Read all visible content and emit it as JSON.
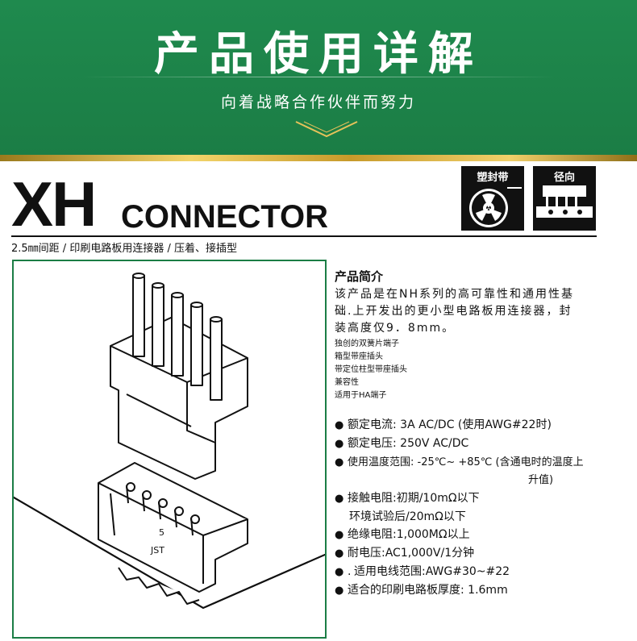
{
  "banner": {
    "title": "产品使用详解",
    "subtitle": "向着战略合作伙伴而努力"
  },
  "brand": {
    "model": "XH",
    "product": "CONNECTOR",
    "subtitle": "2.5㎜间距 / 印刷电路板用连接器 / 压着、接插型"
  },
  "icons": [
    {
      "label": "塑封带",
      "icon": "reel-icon"
    },
    {
      "label": "径向",
      "icon": "radial-taping-icon"
    }
  ],
  "drawing": {
    "housing_number": "5",
    "housing_brand": "JST"
  },
  "info": {
    "title": "产品简介",
    "intro_lines": [
      "该产品是在NH系列的高可靠性和通用性基",
      "础.上开发出的更小型电路板用连接器，封",
      "装高度仅9．8mm。"
    ],
    "features": [
      "独创的双簧片端子",
      "箱型带座插头",
      "带定位柱型带座插头",
      "兼容性",
      "适用于HA端子"
    ]
  },
  "specs": {
    "bullet": "●",
    "rated_current": "额定电流: 3A AC/DC (使用AWG#22时)",
    "rated_voltage": "额定电压: 250V  AC/DC",
    "temperature": "使用温度范围: -25℃~ +85℃ (含通电时的温度上",
    "temperature_cont": "升值)",
    "contact_resistance": "接触电阻:初期/10mΩ以下",
    "contact_resistance_cont": "环境试验后/20mΩ以下",
    "insulation": "绝缘电阻:1,000MΩ以上",
    "withstand_voltage": "耐电压:AC1,000V/1分钟",
    "wire_range_prefix": ".",
    "wire_range": "适用电线范围:AWG#30~#22",
    "pcb_thickness": "适合的印刷电路板厚度: 1.6mm"
  },
  "colors": {
    "banner_green": "#1b7d45",
    "gold": "#d8b040",
    "panel_border": "#1b7d45"
  }
}
